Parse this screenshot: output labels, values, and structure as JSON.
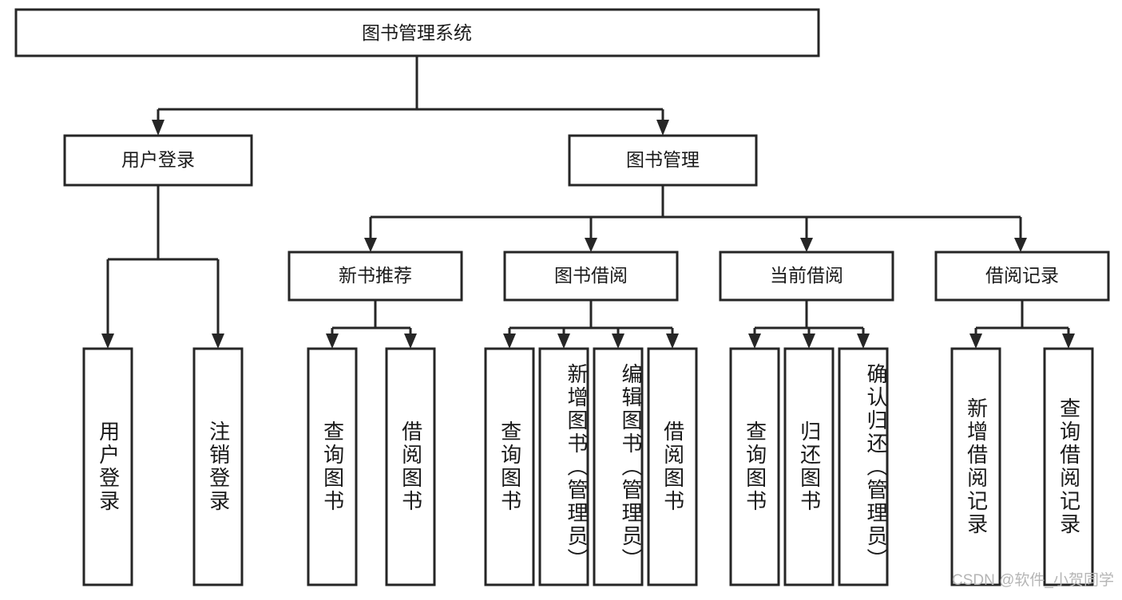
{
  "diagram": {
    "title_node": {
      "label": "图书管理系统"
    },
    "level2": [
      {
        "id": "user-login",
        "label": "用户登录"
      },
      {
        "id": "book-management",
        "label": "图书管理"
      }
    ],
    "level3": [
      {
        "id": "new-book-recommend",
        "label": "新书推荐"
      },
      {
        "id": "book-borrow",
        "label": "图书借阅"
      },
      {
        "id": "current-borrow",
        "label": "当前借阅"
      },
      {
        "id": "borrow-record",
        "label": "借阅记录"
      }
    ],
    "leaves": [
      {
        "id": "leaf-user-login",
        "label": "用户登录",
        "parent": "用户登录"
      },
      {
        "id": "leaf-logout",
        "label": "注销登录",
        "parent": "用户登录"
      },
      {
        "id": "leaf-query-book-1",
        "label": "查询图书",
        "parent": "新书推荐"
      },
      {
        "id": "leaf-borrow-book-1",
        "label": "借阅图书",
        "parent": "新书推荐"
      },
      {
        "id": "leaf-query-book-2",
        "label": "查询图书",
        "parent": "图书借阅"
      },
      {
        "id": "leaf-add-book",
        "label": "新增图书（管理员）",
        "parent": "图书借阅"
      },
      {
        "id": "leaf-edit-book",
        "label": "编辑图书（管理员）",
        "parent": "图书借阅"
      },
      {
        "id": "leaf-borrow-book-2",
        "label": "借阅图书",
        "parent": "图书借阅"
      },
      {
        "id": "leaf-query-book-3",
        "label": "查询图书",
        "parent": "当前借阅"
      },
      {
        "id": "leaf-return-book",
        "label": "归还图书",
        "parent": "当前借阅"
      },
      {
        "id": "leaf-confirm-return",
        "label": "确认归还（管理员）",
        "parent": "当前借阅"
      },
      {
        "id": "leaf-add-record",
        "label": "新增借阅记录",
        "parent": "借阅记录"
      },
      {
        "id": "leaf-query-record",
        "label": "查询借阅记录",
        "parent": "借阅记录"
      }
    ],
    "colors": {
      "stroke": "#262626",
      "fill": "#ffffff",
      "text": "#1a1a1a",
      "watermark": "#b5b5b5"
    }
  },
  "watermark": {
    "text": "CSDN @软件_小贺同学"
  }
}
